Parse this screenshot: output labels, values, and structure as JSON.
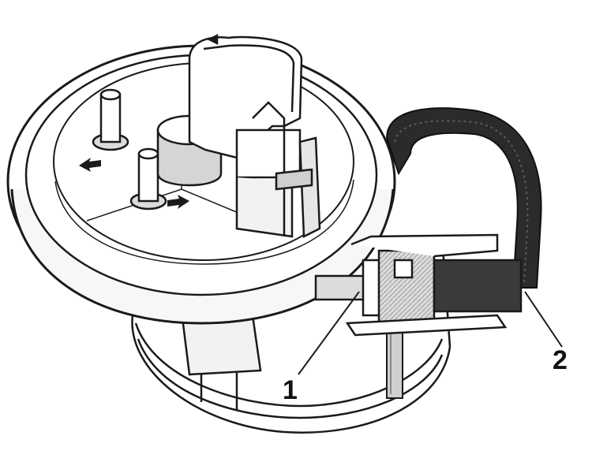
{
  "callouts": [
    {
      "id": "1",
      "label": "1"
    },
    {
      "id": "2",
      "label": "2"
    }
  ],
  "colors": {
    "line": "#1a1a1a",
    "fill": "#ffffff",
    "shade": "#d9d9d9",
    "hose": "#2b2b2b"
  }
}
